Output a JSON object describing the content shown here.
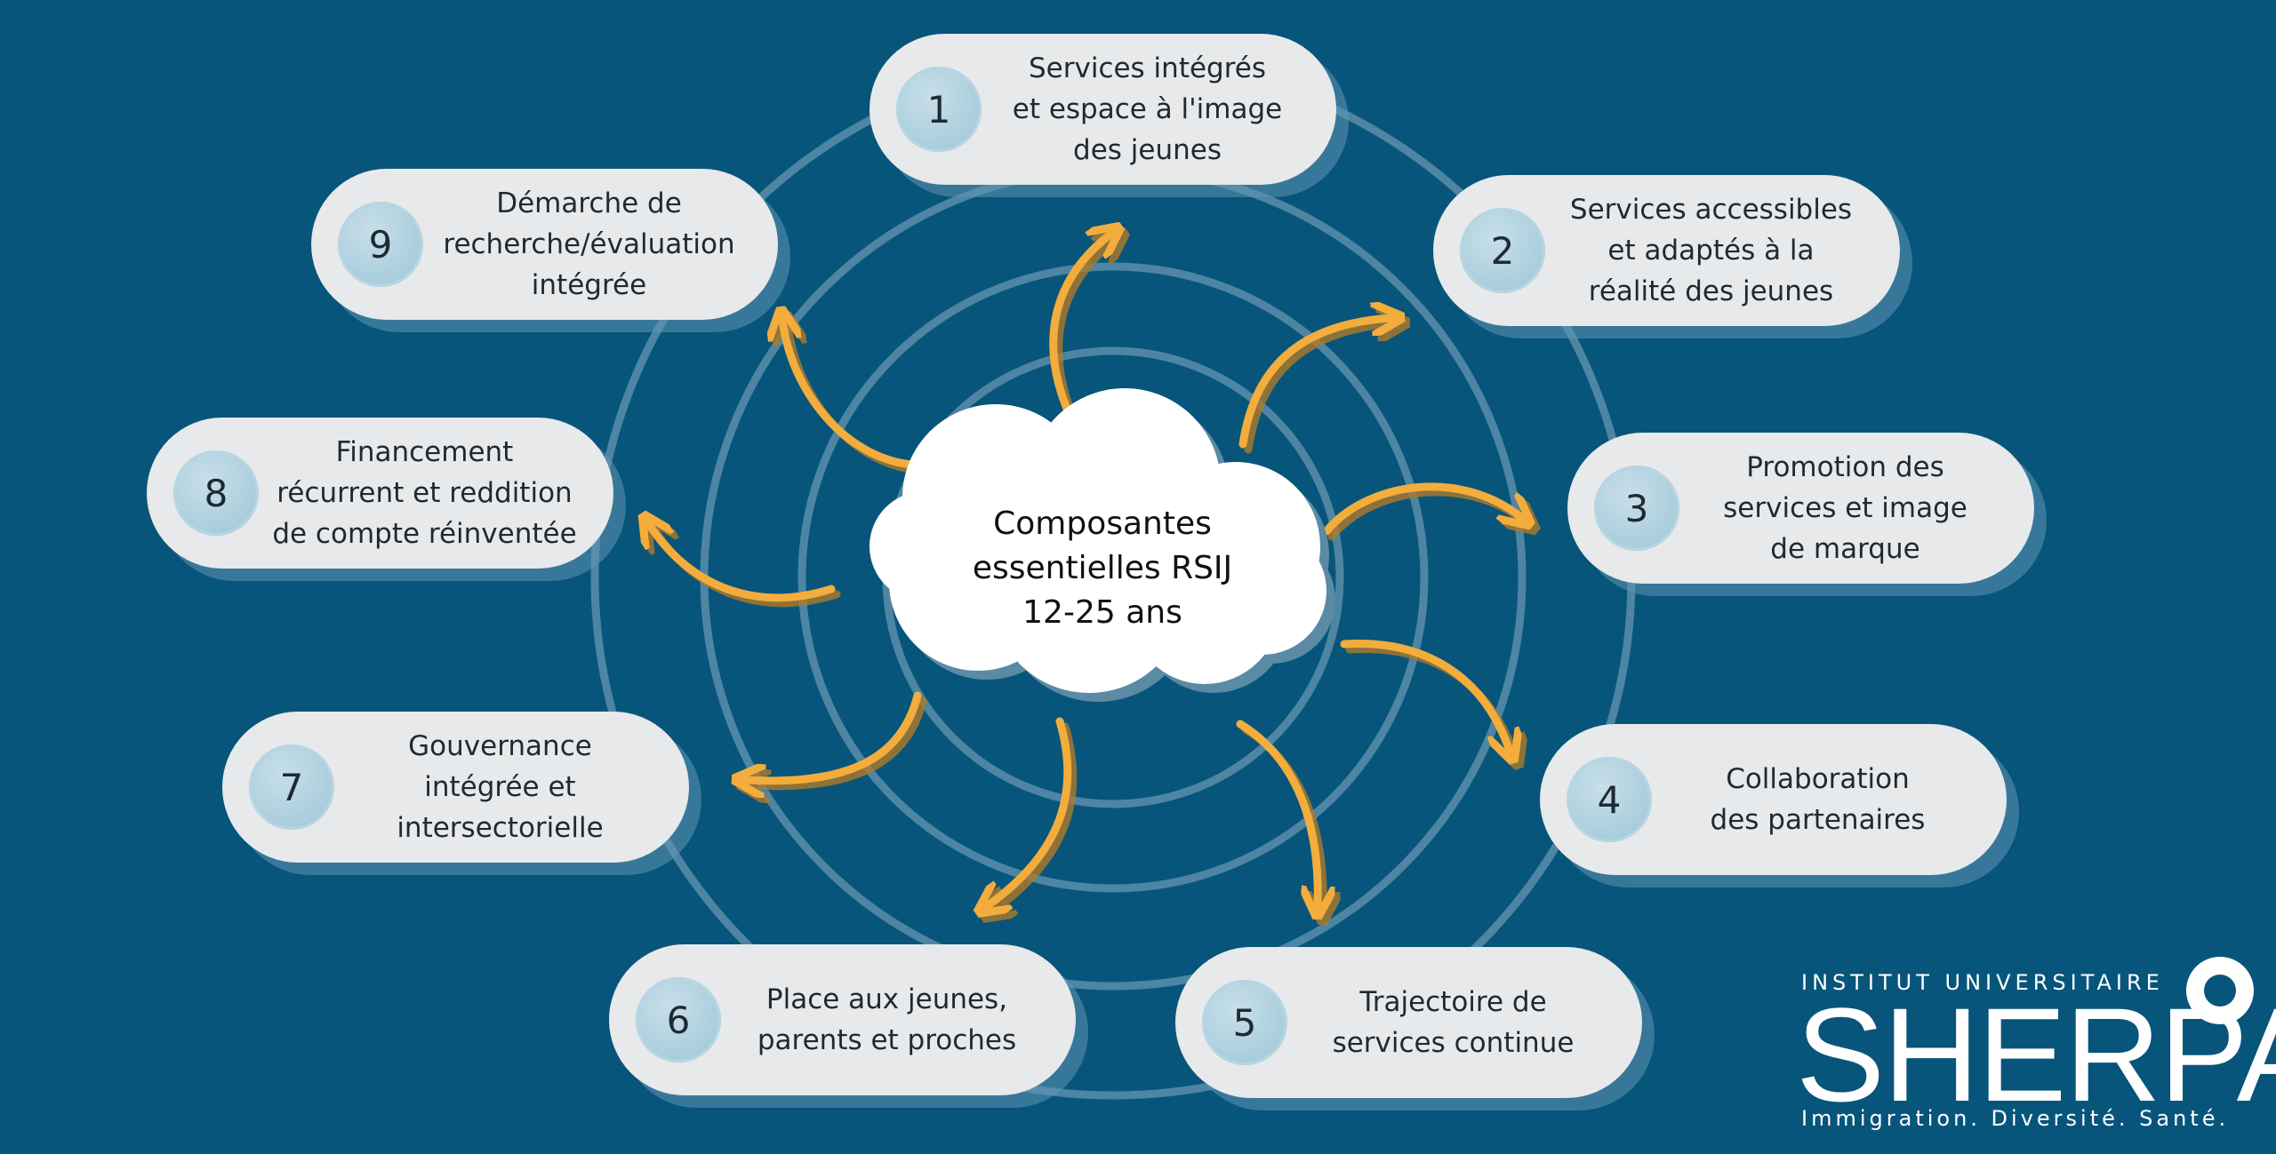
{
  "center": {
    "title": "Composantes\nessentielles RSIJ\n12-25 ans"
  },
  "components": [
    {
      "number": "1",
      "label": "Services intégrés\net espace à l'image\ndes jeunes"
    },
    {
      "number": "2",
      "label": "Services accessibles\net adaptés à la\nréalité des jeunes"
    },
    {
      "number": "3",
      "label": "Promotion des\nservices et image\nde marque"
    },
    {
      "number": "4",
      "label": "Collaboration\ndes partenaires"
    },
    {
      "number": "5",
      "label": "Trajectoire de\nservices continue"
    },
    {
      "number": "6",
      "label": "Place aux jeunes,\nparents et proches"
    },
    {
      "number": "7",
      "label": "Gouvernance\nintégrée et\nintersectorielle"
    },
    {
      "number": "8",
      "label": "Financement\nrécurrent et reddition\nde compte réinventée"
    },
    {
      "number": "9",
      "label": "Démarche de\nrecherche/évaluation\nintégrée"
    }
  ],
  "logo": {
    "top_text": "INSTITUT UNIVERSITAIRE",
    "name": "SHERPA",
    "tagline": "Immigration. Diversité. Santé."
  },
  "colors": {
    "background": "#07557a",
    "pill": "#e8e9ea",
    "number_circle": "#a9cfdd",
    "arrow": "#f3ad3c",
    "rings": "#5a8eab"
  }
}
